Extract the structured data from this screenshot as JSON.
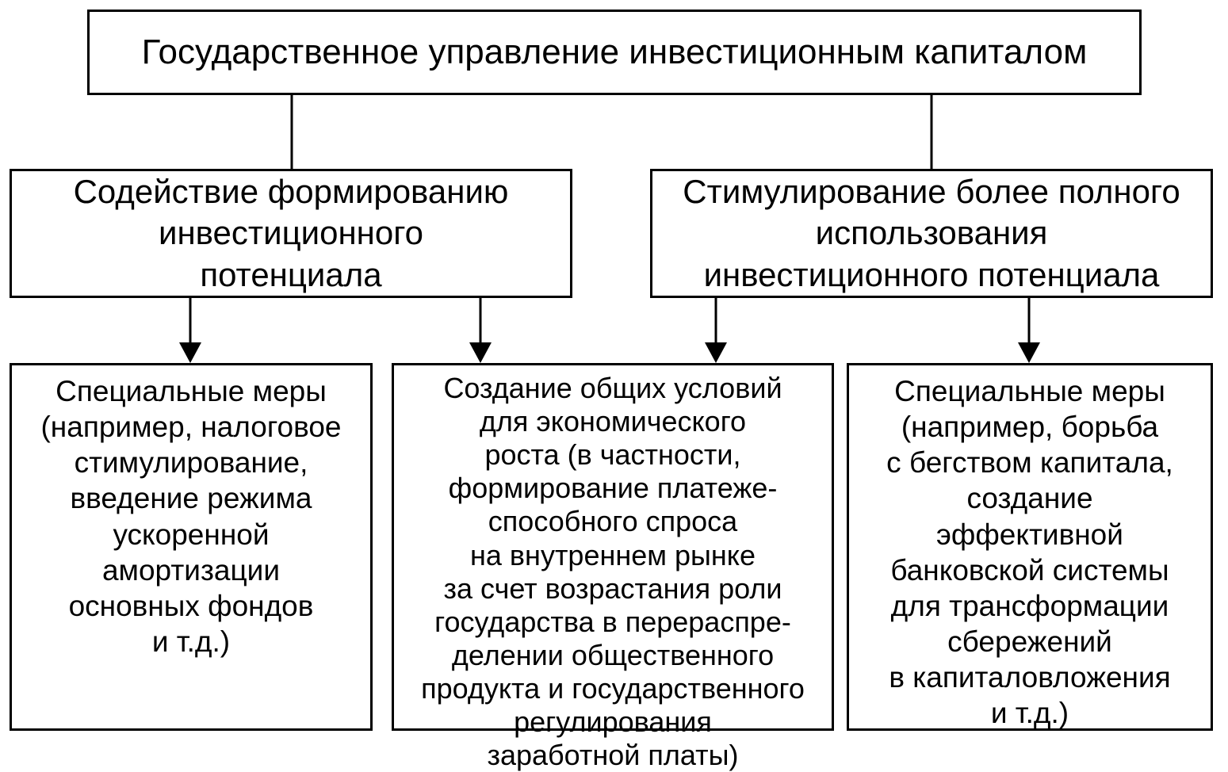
{
  "diagram": {
    "root": {
      "label": "Государственное управление инвестиционным капиталом"
    },
    "branches": [
      {
        "label": "Содействие формированию\nинвестиционного\nпотенциала"
      },
      {
        "label": "Стимулирование более полного\nиспользования\nинвестиционного потенциала"
      }
    ],
    "measures": [
      {
        "label": "Специальные меры\n(например, налоговое\nстимулирование,\nвведение режима\nускоренной\nамортизации\nосновных фондов\nи т.д.)"
      },
      {
        "label": "Создание общих условий\nдля экономического\nроста (в частности,\nформирование платеже-\nспособного спроса\nна внутреннем рынке\nза счет возрастания роли\nгосударства в перераспре-\nделении общественного\nпродукта и государственного\nрегулирования\nзаработной платы)"
      },
      {
        "label": "Специальные меры\n(например, борьба\nс бегством капитала,\nсоздание\nэффективной\nбанковской системы\nдля трансформации\nсбережений\nв капиталовложения\nи т.д.)"
      }
    ]
  }
}
